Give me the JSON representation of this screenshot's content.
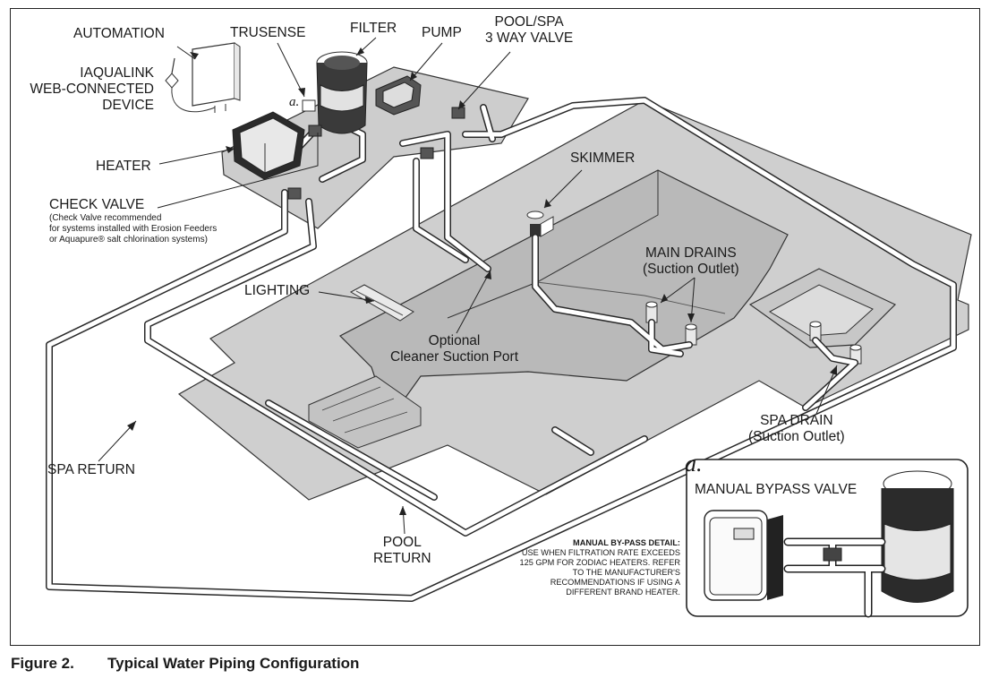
{
  "labels": {
    "automation": "AUTOMATION",
    "trusense": "TRUSENSE",
    "filter": "FILTER",
    "pump": "PUMP",
    "pool_spa_valve": [
      "POOL/SPA",
      "3 WAY VALVE"
    ],
    "iaqualink": [
      "IAQUALINK",
      "WEB-CONNECTED",
      "DEVICE"
    ],
    "heater": "HEATER",
    "check_valve": "CHECK VALVE",
    "check_valve_note": [
      "(Check Valve recommended",
      "for systems installed with Erosion Feeders",
      "or Aquapure® salt chlorination systems)"
    ],
    "skimmer": "SKIMMER",
    "main_drains": [
      "MAIN DRAINS",
      "(Suction Outlet)"
    ],
    "lighting": "LIGHTING",
    "cleaner_port": [
      "Optional",
      "Cleaner Suction Port"
    ],
    "spa_drain": [
      "SPA DRAIN",
      "(Suction Outlet)"
    ],
    "spa_return": "SPA RETURN",
    "pool_return": [
      "POOL",
      "RETURN"
    ],
    "detail_marker": "a.",
    "inset_marker": "a.",
    "manual_bypass_valve": "MANUAL BYPASS VALVE",
    "bypass_detail": {
      "title": "MANUAL BY-PASS DETAIL:",
      "lines": [
        "USE WHEN FILTRATION RATE EXCEEDS",
        "125 GPM FOR ZODIAC HEATERS. REFER",
        "TO THE MANUFACTURER'S",
        "RECOMMENDATIONS IF USING A",
        "DIFFERENT BRAND HEATER."
      ]
    }
  },
  "caption": {
    "number": "Figure 2.",
    "title": "Typical Water Piping Configuration"
  },
  "colors": {
    "deck": "#cfcfcf",
    "pool": "#bdbdbd",
    "outline": "#2a2a2a",
    "pipe": "#ffffff"
  }
}
